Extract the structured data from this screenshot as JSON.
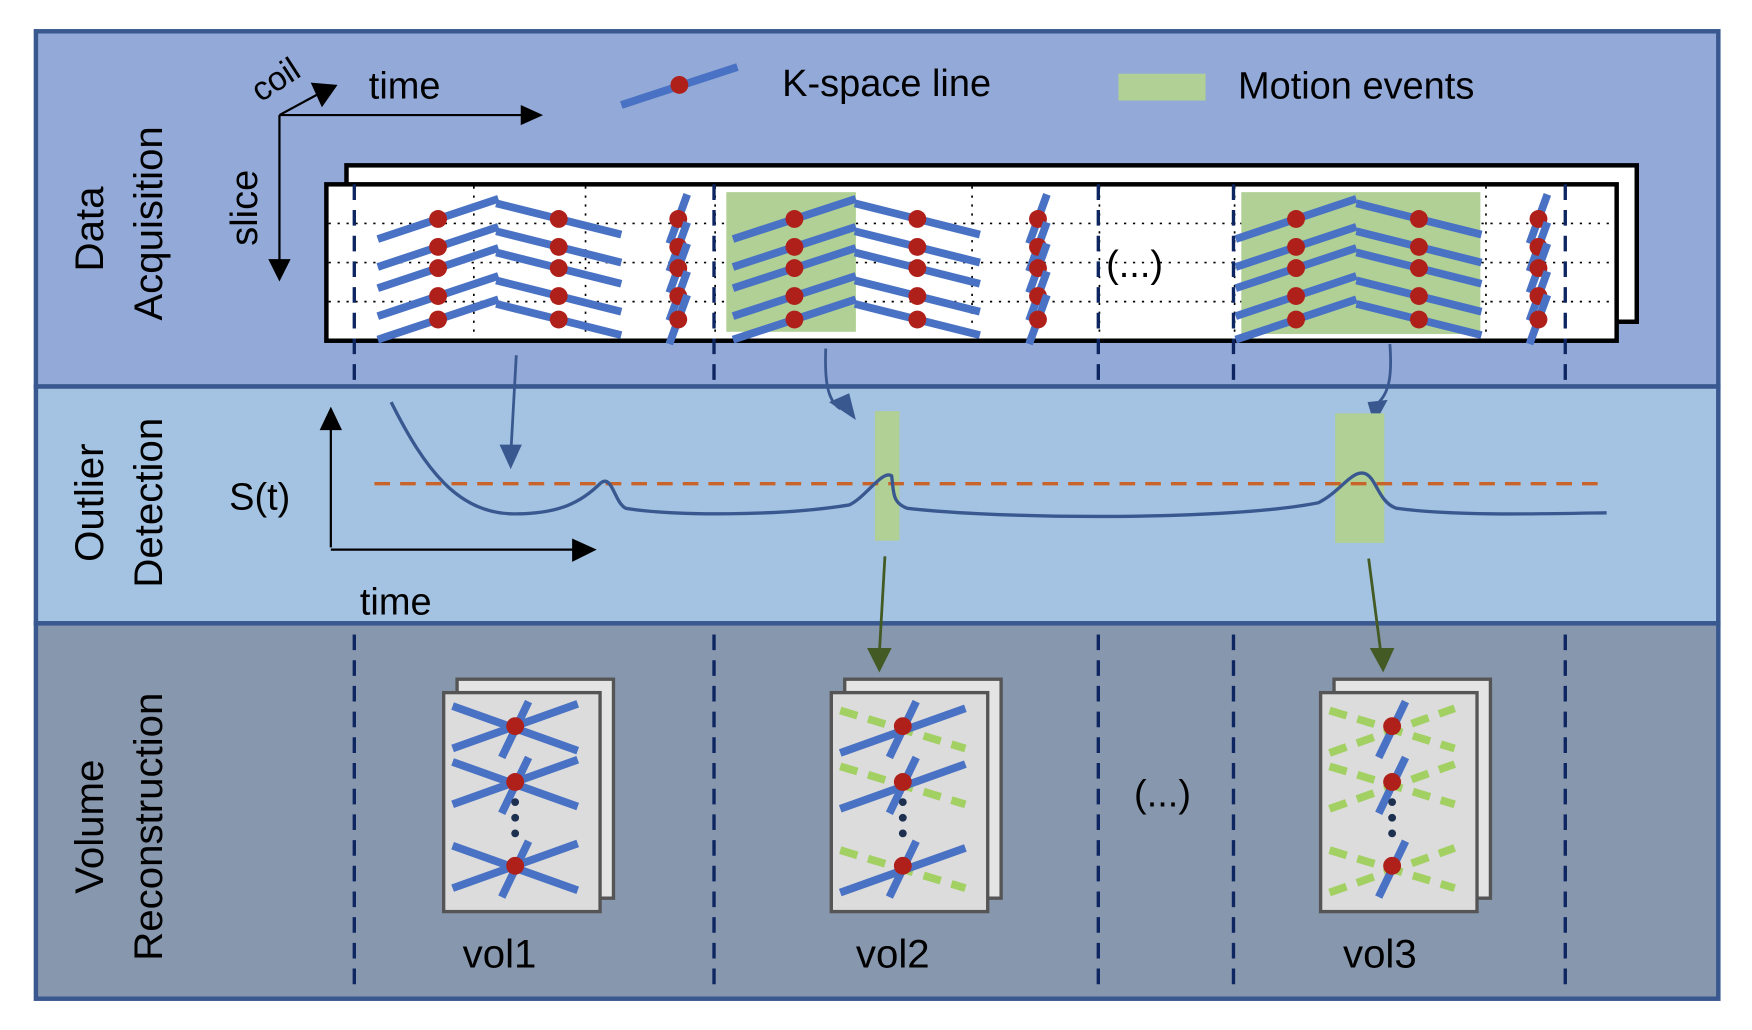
{
  "colors": {
    "acquisition_bg": "#93aad8",
    "outlier_bg": "#a4c3e2",
    "reconstruction_bg": "#8797ae",
    "panel_border": "#3a5890",
    "kspace_line": "#4a72c4",
    "kspace_center": "#b0201a",
    "motion_event": "#b1d095",
    "threshold": "#c8642a",
    "signal": "#3a5890",
    "corrupted_line": "#a3d063"
  },
  "sections": {
    "acquisition": "Data Acquisition",
    "acquisition_l1": "Data",
    "acquisition_l2": "Acquisition",
    "outlier_l1": "Outlier",
    "outlier_l2": "Detection",
    "recon_l1": "Volume",
    "recon_l2": "Reconstruction"
  },
  "axes": {
    "coil": "coil",
    "time": "time",
    "slice": "slice",
    "signal": "S(t)",
    "time2": "time"
  },
  "legend": {
    "kspace": "K-space line",
    "motion": "Motion events"
  },
  "ellipsis": "(...)",
  "volumes": [
    "vol1",
    "vol2",
    "vol3"
  ]
}
